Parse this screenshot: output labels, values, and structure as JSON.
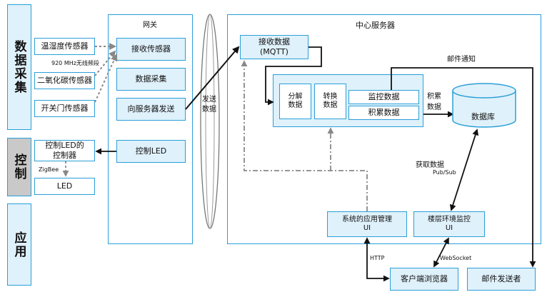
{
  "sides": {
    "data_collect": "数据采集",
    "control": "控制",
    "app": "应用"
  },
  "sensors": {
    "temp": "温湿度传感器",
    "co2": "二氧化碳传感器",
    "door": "开关门传感器",
    "band": "920 MHz无线频段"
  },
  "control": {
    "led_ctrl": "控制LED的\n控制器",
    "zigbee": "ZigBee",
    "led": "LED"
  },
  "gateway": {
    "title": "网关",
    "recv": "接收传感器",
    "collect": "数据采集",
    "send": "向服务器发送",
    "ctrl_led": "控制LED"
  },
  "transport": {
    "label": "发送\n数据"
  },
  "server": {
    "title": "中心服务器",
    "recv": "接收数据\n(MQTT)",
    "split": "分解\n数据",
    "convert": "转换\n数据",
    "monitor": "监控数据",
    "accum": "积累数据",
    "accum_label": "积累\n数据",
    "db": "数据库",
    "mail_notify": "邮件通知",
    "fetch": "获取数据",
    "pubsub": "Pub/Sub",
    "sys_mgmt": "系统的应用管理\nUI",
    "floor": "楼层环境监控\nUI"
  },
  "app": {
    "http": "HTTP",
    "ws": "WebSocket",
    "browser": "客户端浏览器",
    "mail": "邮件发送者"
  }
}
